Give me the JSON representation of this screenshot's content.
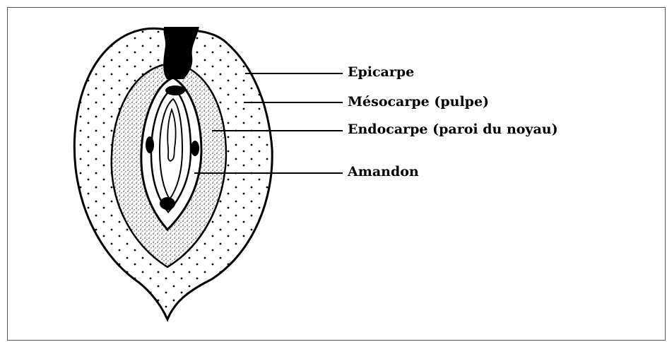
{
  "labels": {
    "epicarpe": "Epicarpe",
    "mesocarpe": "Mésocarpe (pulpe)",
    "endocarpe": "Endocarpe (paroi du noyau)",
    "amandon": "Amandon"
  },
  "colors": {
    "ink": "#000000",
    "background": "#ffffff",
    "frame": "#555555"
  }
}
